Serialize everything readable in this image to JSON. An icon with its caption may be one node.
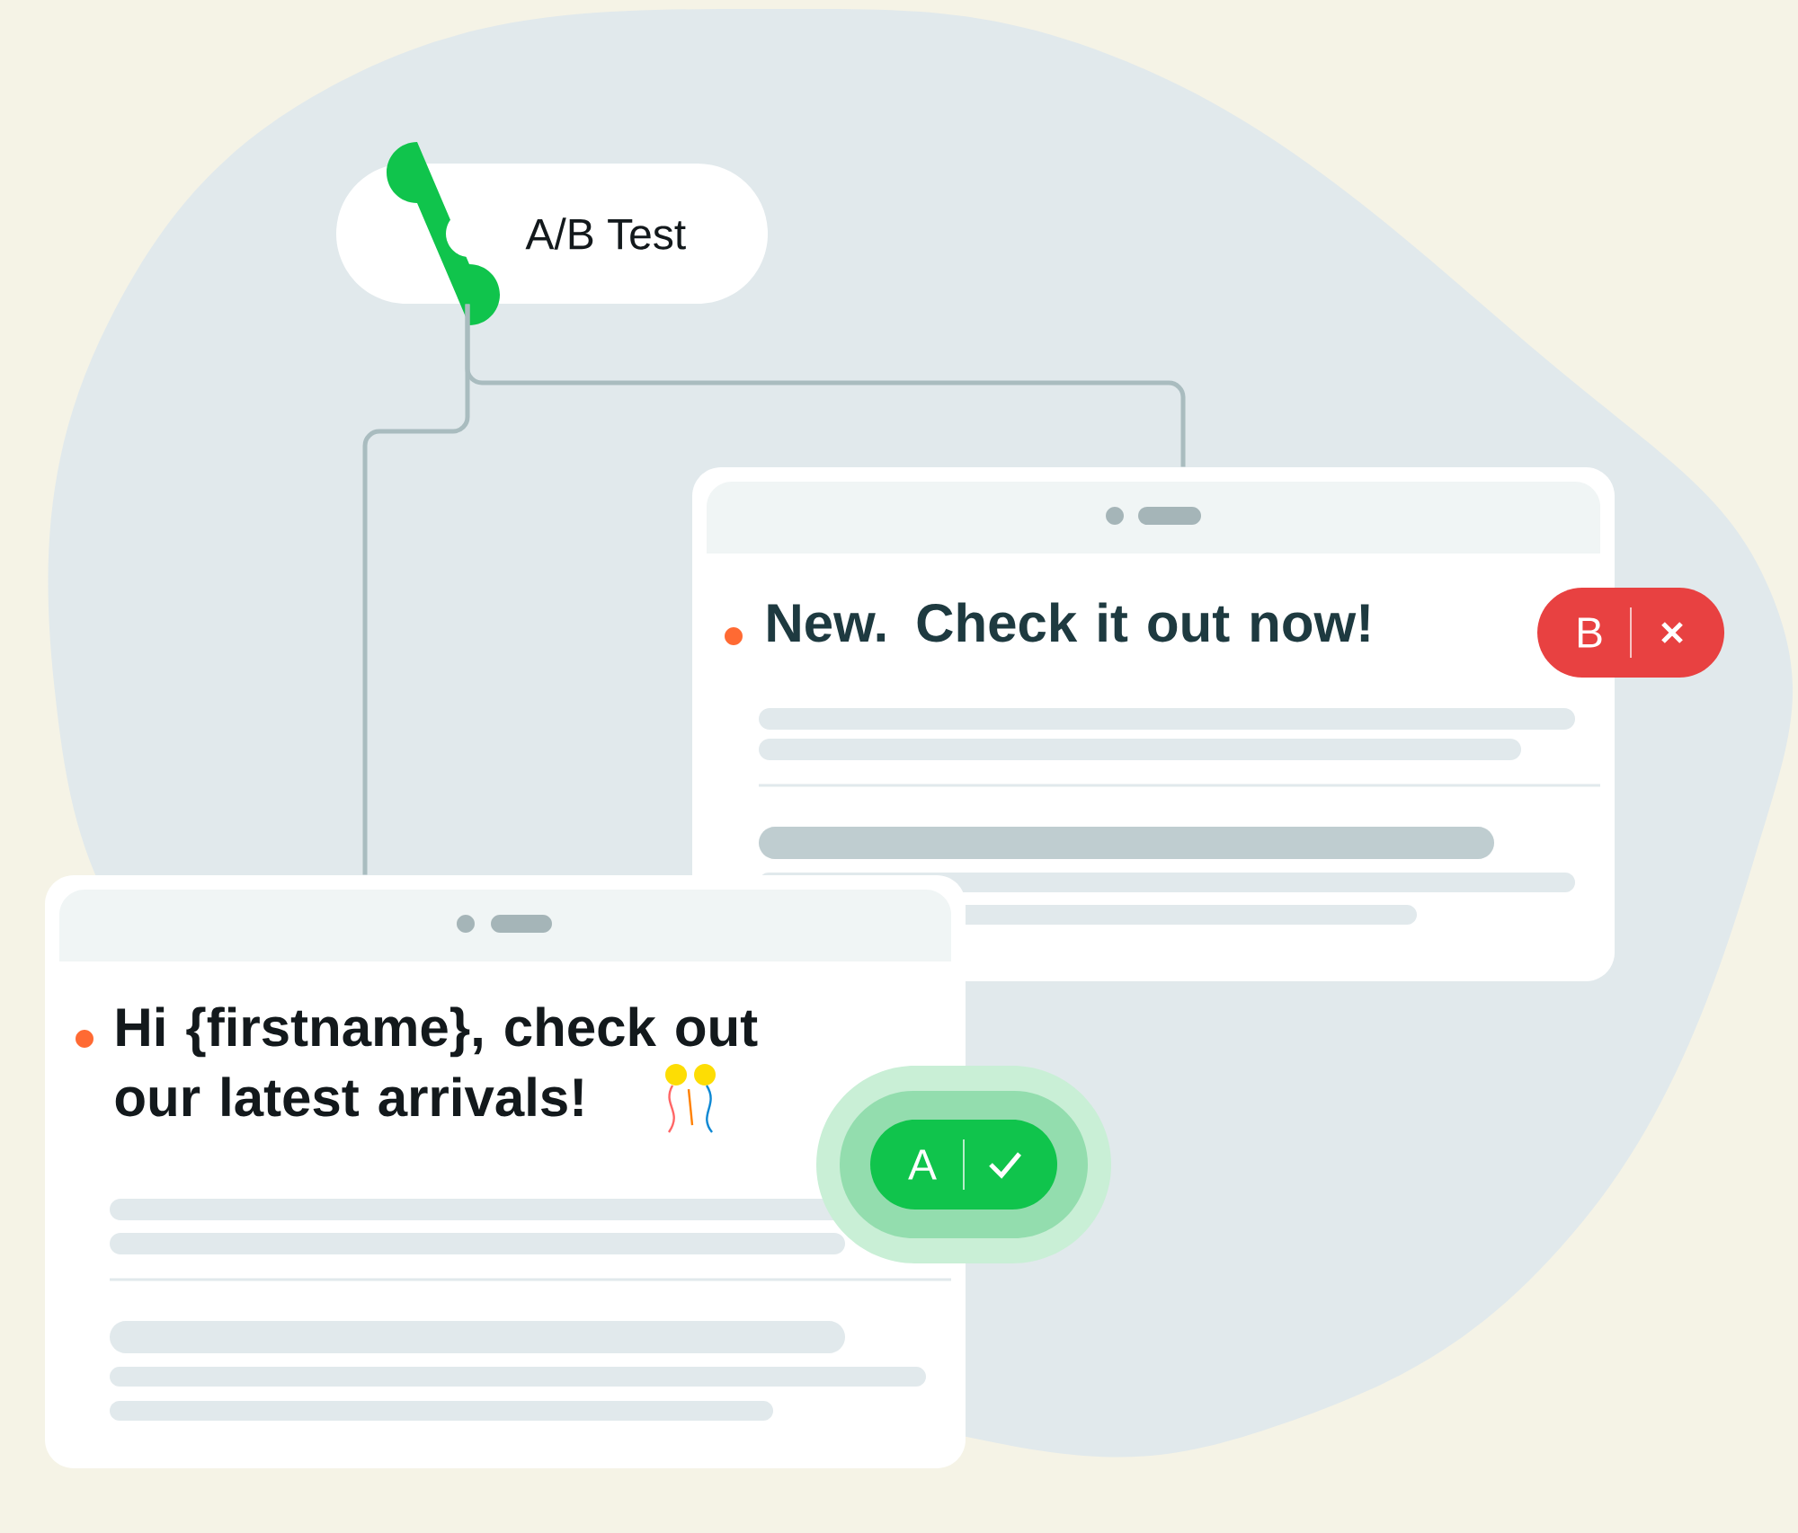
{
  "diagram": {
    "nodes": [
      {
        "text": [
          "A/B Test"
        ]
      },
      {
        "text": [
          "New. Check it out now!"
        ]
      },
      {
        "text": [
          "Hi {firstname}, check out our latest arrivals!"
        ]
      },
      {
        "text": [
          "B"
        ]
      },
      {
        "text": [
          "A"
        ]
      }
    ],
    "edges": [
      {
        "from": 0,
        "to": 1,
        "arrow": "none"
      },
      {
        "from": 0,
        "to": 2,
        "arrow": "none"
      }
    ]
  }
}
